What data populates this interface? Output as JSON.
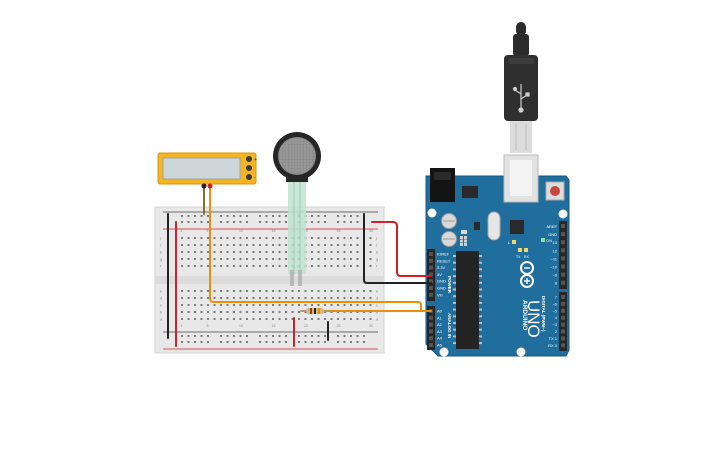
{
  "board": {
    "brand": "ARDUINO",
    "model": "UNO",
    "power_label": "POWER",
    "analog_label": "ANALOG IN",
    "digital_label": "DIGITAL (PWM~)",
    "tx_label": "TX",
    "rx_label": "RX",
    "l_label": "L",
    "on_label": "ON",
    "power_pins": [
      "IOREF",
      "RESET",
      "3.3V",
      "5V",
      "GND",
      "GND",
      "Vin"
    ],
    "analog_pins": [
      "A0",
      "A1",
      "A2",
      "A3",
      "A4",
      "A5"
    ],
    "digital_pins_top": [
      "AREF",
      "GND",
      "13",
      "12",
      "~11",
      "~10",
      "~9",
      "8"
    ],
    "digital_pins_bottom": [
      "7",
      "~6",
      "~5",
      "4",
      "~3",
      "2",
      "TX 1",
      "RX 0"
    ]
  },
  "breadboard": {
    "row_letters_top": [
      "j",
      "i",
      "h",
      "g",
      "f"
    ],
    "row_letters_bottom": [
      "e",
      "d",
      "c",
      "b",
      "a"
    ],
    "column_count": 30
  },
  "meter": {
    "terminal_labels": [
      "+",
      "",
      "-"
    ]
  },
  "colors": {
    "wire_red": "#d0202a",
    "wire_black": "#222222",
    "wire_orange": "#e8900a",
    "board_blue": "#1e6fa0",
    "breadboard": "#e9e9e9",
    "meter_yellow": "#f5b422",
    "fsr_grey": "#8a8a8a"
  }
}
